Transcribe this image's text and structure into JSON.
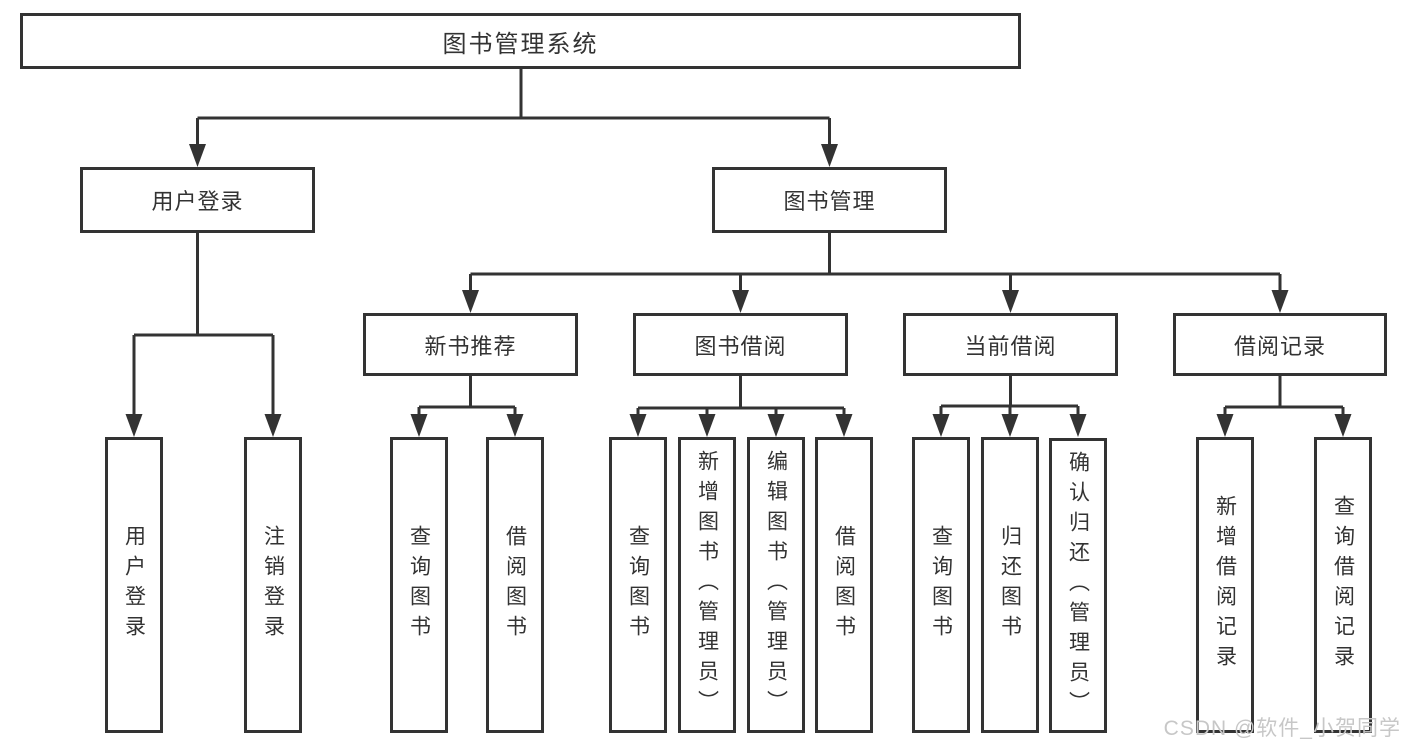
{
  "tree": {
    "label": "图书管理系统",
    "children": [
      {
        "label": "用户登录",
        "children": [
          {
            "label": "用户登录"
          },
          {
            "label": "注销登录"
          }
        ]
      },
      {
        "label": "图书管理",
        "children": [
          {
            "label": "新书推荐",
            "children": [
              {
                "label": "查询图书"
              },
              {
                "label": "借阅图书"
              }
            ]
          },
          {
            "label": "图书借阅",
            "children": [
              {
                "label": "查询图书"
              },
              {
                "label": "新增图书（管理员）"
              },
              {
                "label": "编辑图书（管理员）"
              },
              {
                "label": "借阅图书"
              }
            ]
          },
          {
            "label": "当前借阅",
            "children": [
              {
                "label": "查询图书"
              },
              {
                "label": "归还图书"
              },
              {
                "label": "确认归还（管理员）"
              }
            ]
          },
          {
            "label": "借阅记录",
            "children": [
              {
                "label": "新增借阅记录"
              },
              {
                "label": "查询借阅记录"
              }
            ]
          }
        ]
      }
    ]
  },
  "watermark": "CSDN @软件_小贺同学",
  "colors": {
    "line": "#333333",
    "box_border": "#333333",
    "text": "#333333",
    "watermark": "#c7c7c7",
    "background": "#ffffff"
  }
}
